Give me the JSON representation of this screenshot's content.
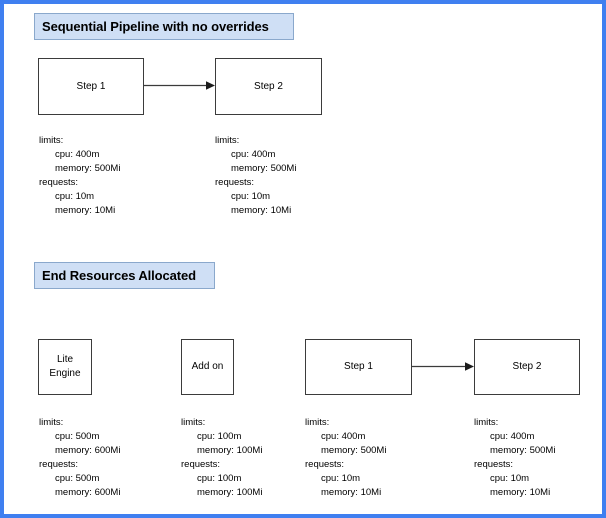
{
  "diagram": {
    "frame_color": "#3f7ff0",
    "chip_bg": "#cfdff5",
    "chip_border": "#8aa8cc",
    "node_border": "#3b3b3b",
    "sections": [
      {
        "title": "Sequential Pipeline with no overrides",
        "nodes": [
          {
            "line1": "Step 1",
            "line2": ""
          },
          {
            "line1": "Step 2",
            "line2": ""
          }
        ],
        "resources": [
          {
            "limits_label": "limits:",
            "limits_cpu": "cpu: 400m",
            "limits_memory": "memory: 500Mi",
            "requests_label": "requests:",
            "requests_cpu": "cpu: 10m",
            "requests_memory": "memory: 10Mi"
          },
          {
            "limits_label": "limits:",
            "limits_cpu": "cpu: 400m",
            "limits_memory": "memory: 500Mi",
            "requests_label": "requests:",
            "requests_cpu": "cpu: 10m",
            "requests_memory": "memory: 10Mi"
          }
        ]
      },
      {
        "title": "End Resources Allocated",
        "nodes": [
          {
            "line1": "Lite",
            "line2": "Engine"
          },
          {
            "line1": "Add on",
            "line2": ""
          },
          {
            "line1": "Step 1",
            "line2": ""
          },
          {
            "line1": "Step 2",
            "line2": ""
          }
        ],
        "resources": [
          {
            "limits_label": "limits:",
            "limits_cpu": "cpu: 500m",
            "limits_memory": "memory: 600Mi",
            "requests_label": "requests:",
            "requests_cpu": "cpu: 500m",
            "requests_memory": "memory: 600Mi"
          },
          {
            "limits_label": "limits:",
            "limits_cpu": "cpu: 100m",
            "limits_memory": "memory: 100Mi",
            "requests_label": "requests:",
            "requests_cpu": "cpu: 100m",
            "requests_memory": "memory: 100Mi"
          },
          {
            "limits_label": "limits:",
            "limits_cpu": "cpu: 400m",
            "limits_memory": "memory: 500Mi",
            "requests_label": "requests:",
            "requests_cpu": "cpu: 10m",
            "requests_memory": "memory: 10Mi"
          },
          {
            "limits_label": "limits:",
            "limits_cpu": "cpu: 400m",
            "limits_memory": "memory: 500Mi",
            "requests_label": "requests:",
            "requests_cpu": "cpu: 10m",
            "requests_memory": "memory: 10Mi"
          }
        ]
      }
    ]
  }
}
